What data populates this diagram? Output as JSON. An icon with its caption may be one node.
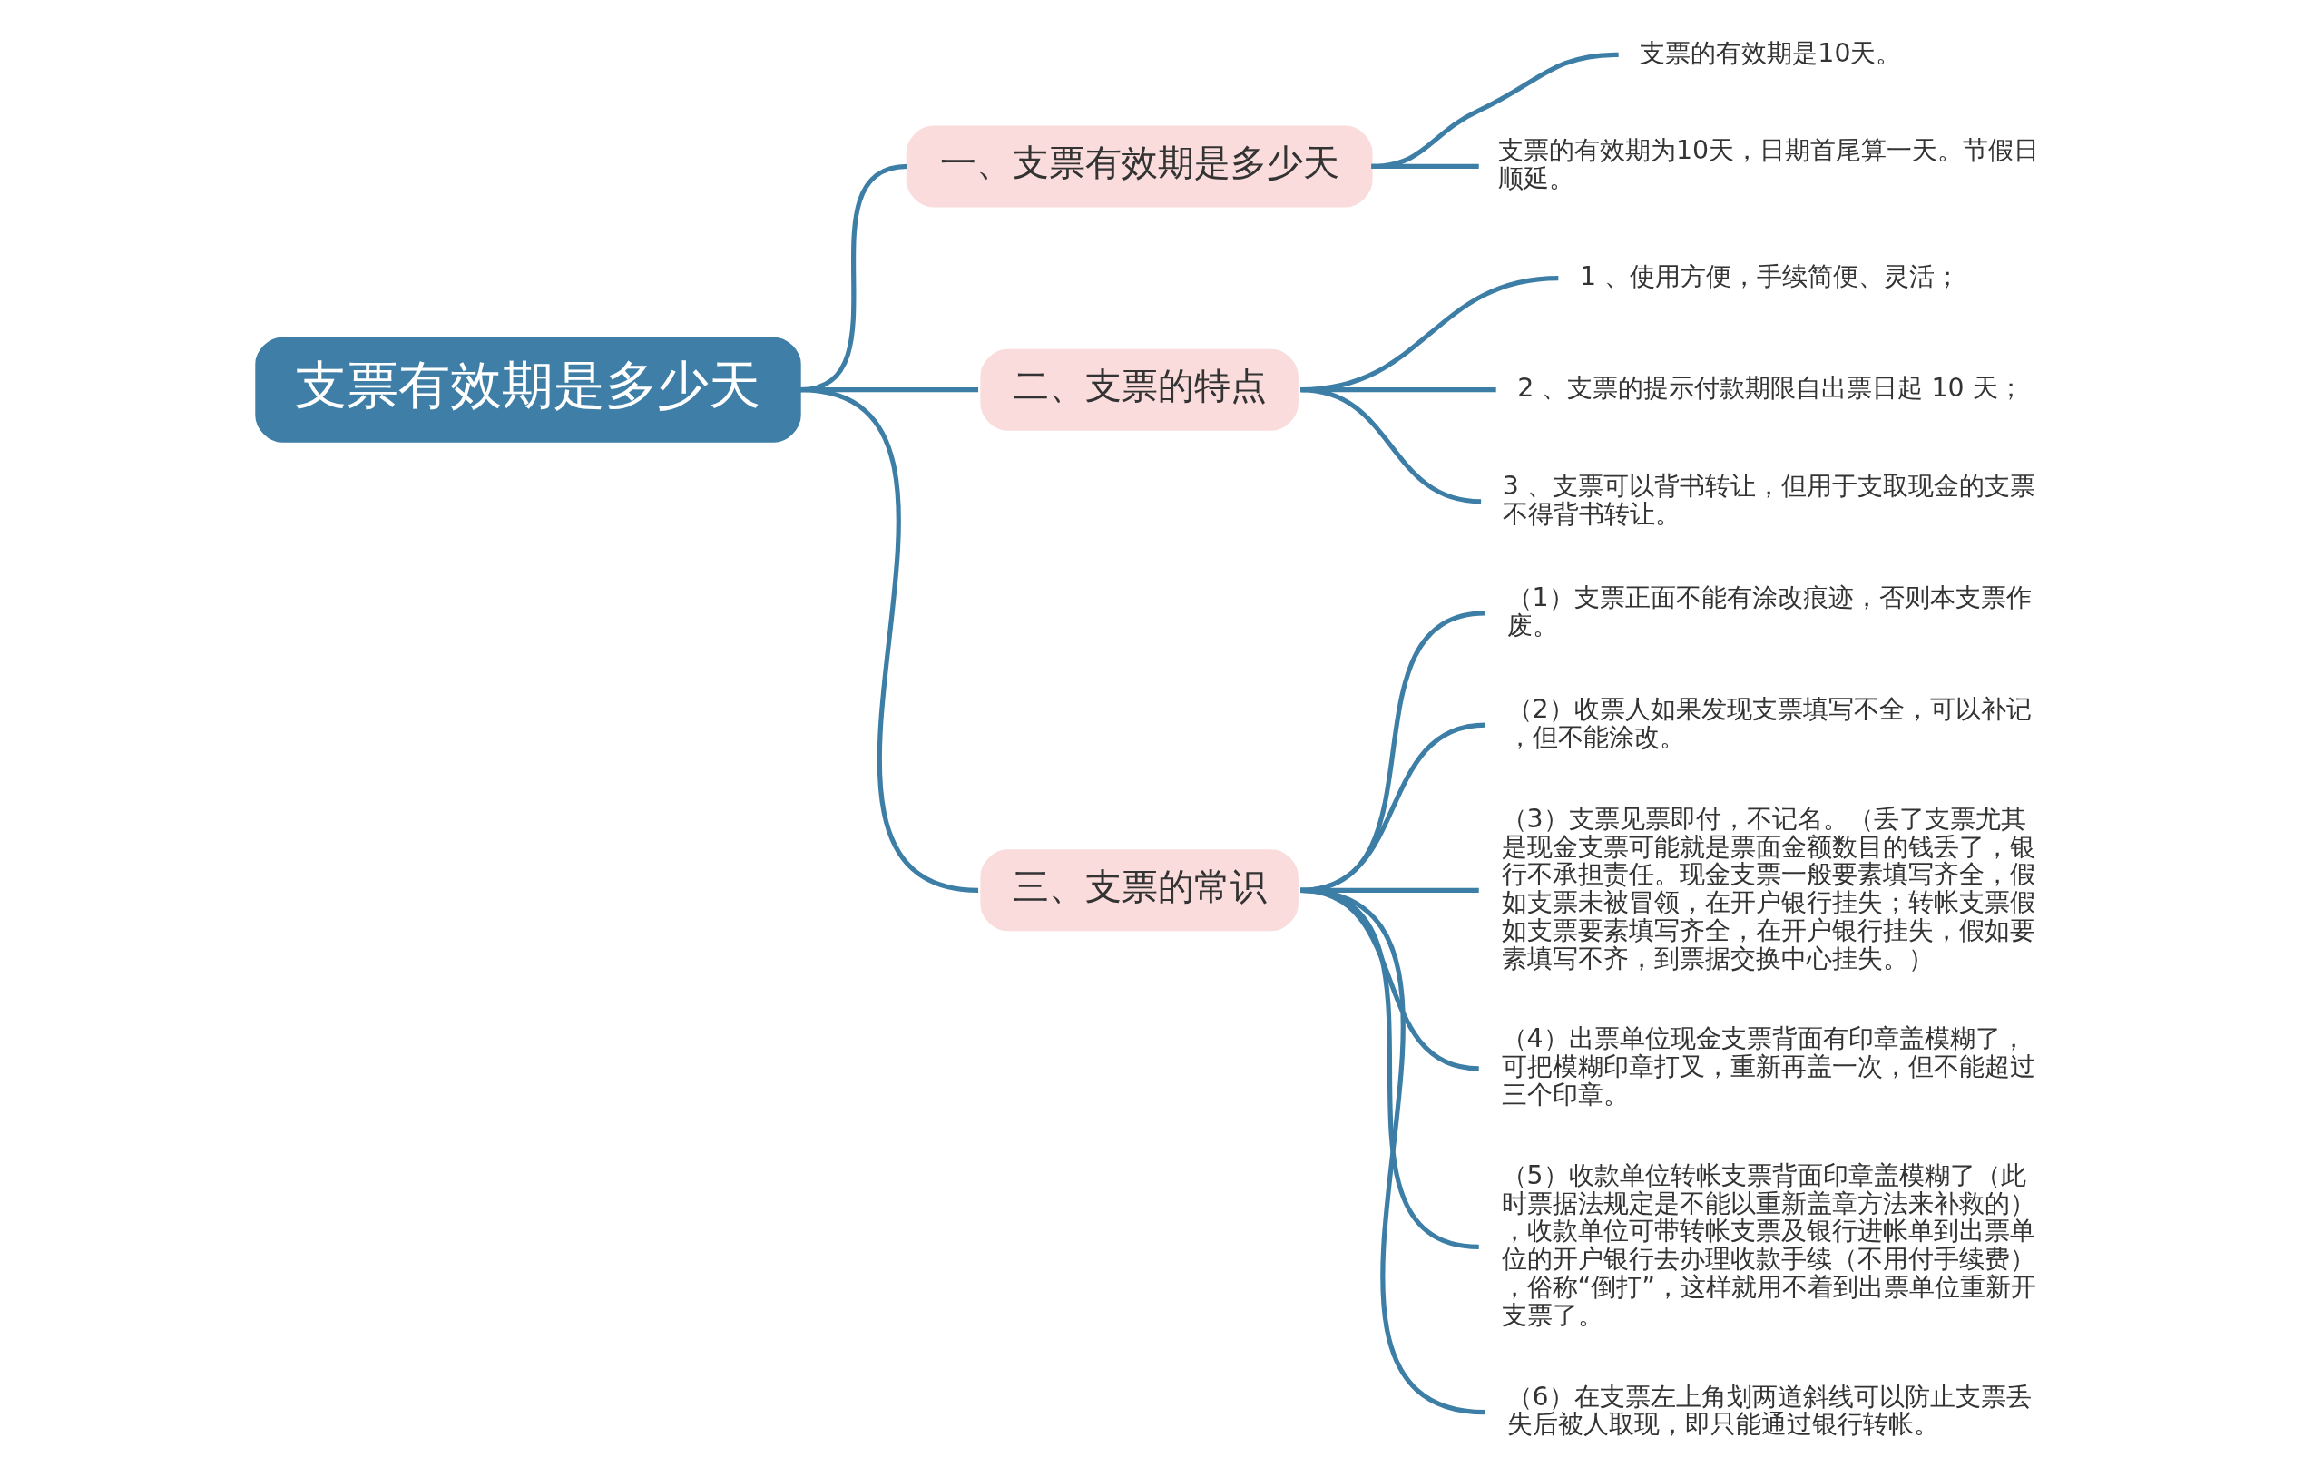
{
  "diagram": {
    "nodes": [
      {
        "text": [
          "支票有效期是多少天"
        ]
      },
      {
        "text": [
          "一、支票有效期是多少天"
        ]
      },
      {
        "text": [
          "支票的有效期是10天。"
        ]
      },
      {
        "text": [
          "支票的有效期为10天，日期首尾算一天。节假日顺延。"
        ]
      },
      {
        "text": [
          "二、支票的特点"
        ]
      },
      {
        "text": [
          "1 、使用方便，手续简便、灵活；"
        ]
      },
      {
        "text": [
          "2 、支票的提示付款期限自出票日起 10 天；"
        ]
      },
      {
        "text": [
          "3 、支票可以背书转让，但用于支取现金的支票不得背书转让。"
        ]
      },
      {
        "text": [
          "三、支票的常识"
        ]
      },
      {
        "text": [
          "（1）支票正面不能有涂改痕迹，否则本支票作废。"
        ]
      },
      {
        "text": [
          "（2）收票人如果发现支票填写不全，可以补记，但不能涂改。"
        ]
      },
      {
        "text": [
          "（3）支票见票即付，不记名。（丢了支票尤其是现金支票可能就是票面金额数目的钱丢了，银行不承担责任。现金支票一般要素填写齐全，假如支票未被冒领，在开户银行挂失；转帐支票假如支票要素填写齐全，在开户银行挂失，假如要素填写不齐，到票据交换中心挂失。）"
        ]
      },
      {
        "text": [
          "（4）出票单位现金支票背面有印章盖模糊了，可把模糊印章打叉，重新再盖一次，但不能超过三个印章。"
        ]
      },
      {
        "text": [
          "（5）收款单位转帐支票背面印章盖模糊了（此时票据法规定是不能以重新盖章方法来补救的），收款单位可带转帐支票及银行进帐单到出票单位的开户银行去办理收款手续（不用付手续费），俗称“倒打”，这样就用不着到出票单位重新开支票了。"
        ]
      },
      {
        "text": [
          "（6）在支票左上角划两道斜线可以防止支票丢失后被人取现，即只能通过银行转帐。"
        ]
      }
    ],
    "edges": [
      {
        "from": 0,
        "to": 1,
        "arrow": "none"
      },
      {
        "from": 1,
        "to": 2,
        "arrow": "none"
      },
      {
        "from": 1,
        "to": 3,
        "arrow": "none"
      },
      {
        "from": 0,
        "to": 4,
        "arrow": "none"
      },
      {
        "from": 4,
        "to": 5,
        "arrow": "none"
      },
      {
        "from": 4,
        "to": 6,
        "arrow": "none"
      },
      {
        "from": 4,
        "to": 7,
        "arrow": "none"
      },
      {
        "from": 0,
        "to": 8,
        "arrow": "none"
      },
      {
        "from": 8,
        "to": 9,
        "arrow": "none"
      },
      {
        "from": 8,
        "to": 10,
        "arrow": "none"
      },
      {
        "from": 8,
        "to": 11,
        "arrow": "none"
      },
      {
        "from": 8,
        "to": 12,
        "arrow": "none"
      },
      {
        "from": 8,
        "to": 13,
        "arrow": "none"
      },
      {
        "from": 8,
        "to": 14,
        "arrow": "none"
      }
    ]
  }
}
